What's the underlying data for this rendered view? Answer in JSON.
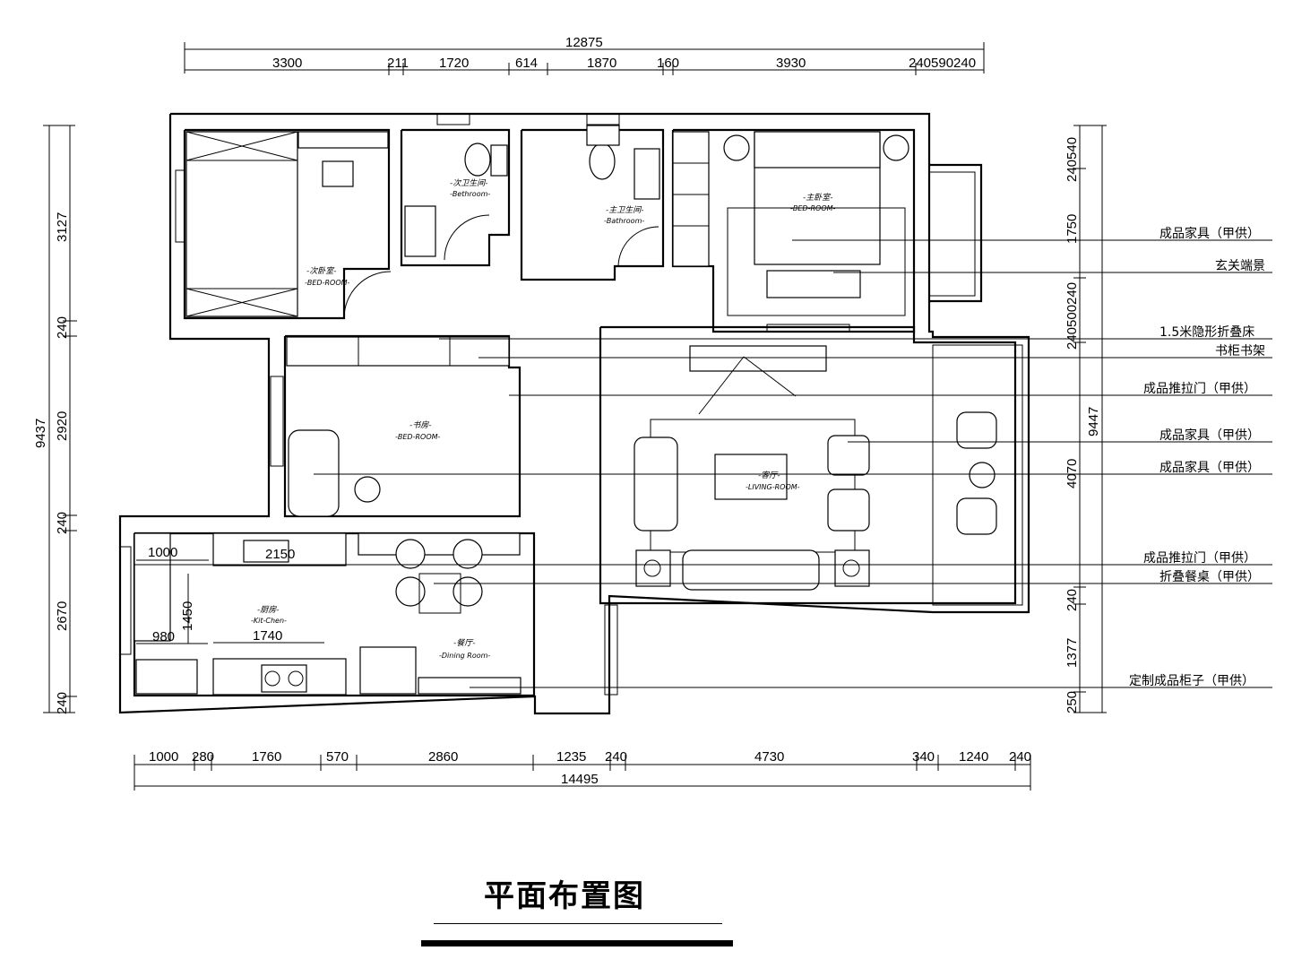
{
  "title": "平面布置图",
  "top_dimensions": {
    "total": "12875",
    "segments": [
      "3300",
      "211",
      "1720",
      "614",
      "1870",
      "160",
      "3930",
      "240590240"
    ]
  },
  "bottom_dimensions": {
    "total": "14495",
    "segments": [
      "1000",
      "280",
      "1760",
      "570",
      "2860",
      "1235",
      "240",
      "4730",
      "340",
      "1240",
      "240"
    ]
  },
  "left_dimensions": {
    "total": "9437",
    "segments": [
      "3127",
      "240",
      "2920",
      "240",
      "2670",
      "240"
    ]
  },
  "right_dimensions": {
    "total": "9447",
    "segments": [
      "240540",
      "1750",
      "240500240",
      "4070",
      "240",
      "1377",
      "250"
    ]
  },
  "rooms": {
    "bedroom2_cn": "-次卧室-",
    "bedroom2_en": "-BED-ROOM-",
    "bath1_cn": "-次卫生间-",
    "bath1_en": "-Bethroom-",
    "bath2_cn": "-主卫生间-",
    "bath2_en": "-Bathroom-",
    "master_cn": "-主卧室-",
    "master_en": "-BED-ROOM-",
    "study_cn": "-书房-",
    "study_en": "-BED-ROOM-",
    "living_cn": "-客厅-",
    "living_en": "-LIVING-ROOM-",
    "kitchen_cn": "-厨房-",
    "kitchen_en": "-Kit-Chen-",
    "dining_cn": "-餐厅-",
    "dining_en": "-Dining Room-"
  },
  "inner_dimensions": {
    "k1": "1000",
    "k2": "2150",
    "k3": "1450",
    "k4": "980",
    "k5": "1740"
  },
  "annotations": [
    "成品家具（甲供）",
    "玄关端景",
    "1.5米隐形折叠床",
    "书柜书架",
    "成品推拉门（甲供）",
    "成品家具（甲供）",
    "成品家具（甲供）",
    "成品推拉门（甲供）",
    "折叠餐桌（甲供）",
    "定制成品柜子（甲供）"
  ]
}
